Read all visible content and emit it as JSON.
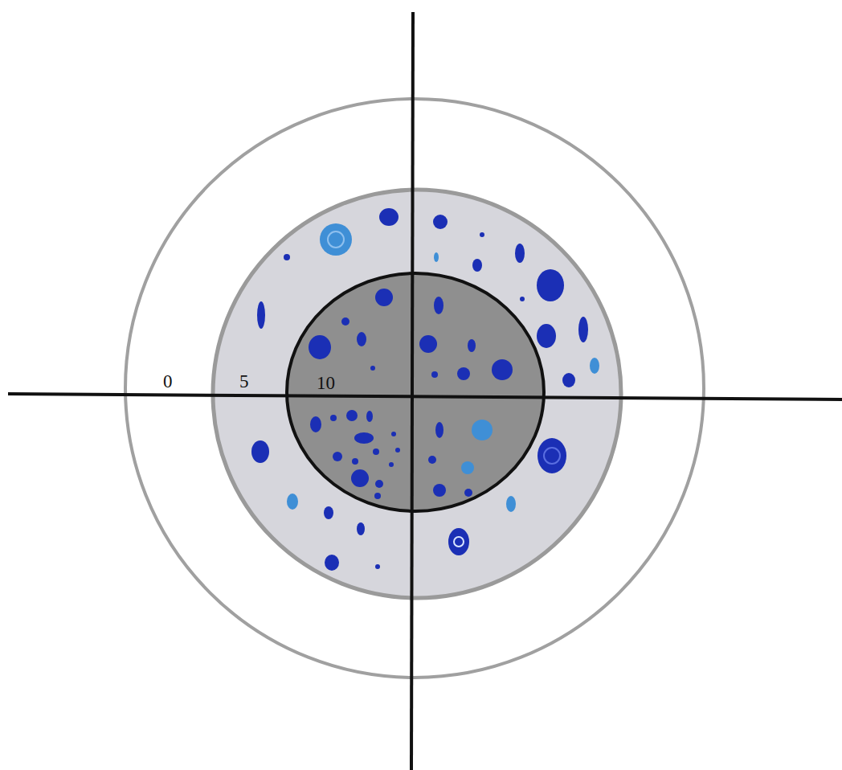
{
  "diagram": {
    "labels": [
      "0",
      "5",
      "10"
    ]
  }
}
